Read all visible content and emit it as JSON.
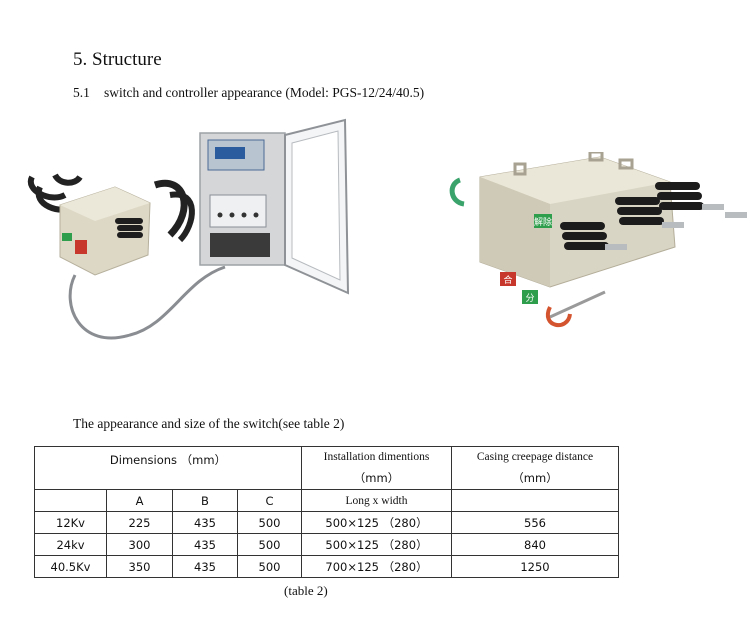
{
  "heading": "5. Structure",
  "subheading": {
    "number": "5.1",
    "text": "switch and controller appearance (Model: PGS-12/24/40.5)"
  },
  "intro": "The appearance and size of the switch(see table 2)",
  "table": {
    "dims_header": "Dimensions （mm）",
    "install_header_1": "Installation dimentions",
    "install_header_2": "（mm）",
    "creep_header_1": "Casing creepage distance",
    "creep_header_2": "（mm）",
    "col_a": "A",
    "col_b": "B",
    "col_c": "C",
    "install_sub": "Long x width",
    "rows": [
      {
        "rating": "12Kv",
        "a": "225",
        "b": "435",
        "c": "500",
        "install": "500×125 （280）",
        "creep": "556"
      },
      {
        "rating": "24kv",
        "a": "300",
        "b": "435",
        "c": "500",
        "install": "500×125 （280）",
        "creep": "840"
      },
      {
        "rating": "40.5Kv",
        "a": "350",
        "b": "435",
        "c": "500",
        "install": "700×125 （280）",
        "creep": "1250"
      }
    ]
  },
  "caption": "(table 2)",
  "photo_labels": {
    "sign_1": "解除",
    "sign_2": "合",
    "sign_3": "分"
  }
}
